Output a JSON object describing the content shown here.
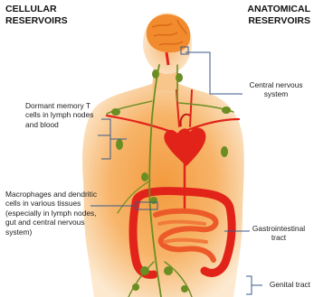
{
  "headers": {
    "left_line1": "CELLULAR",
    "left_line2": "RESERVOIRS",
    "right_line1": "ANATOMICAL",
    "right_line2": "RESERVOIRS"
  },
  "labels": {
    "memory_cells": "Dormant memory T cells in lymph nodes and blood",
    "macrophages": "Macrophages and dendritic cells in various tissues (especially in lymph nodes, gut and central nervous system)",
    "cns": "Central nervous system",
    "gi": "Gastrointestinal tract",
    "genital": "Genital tract"
  },
  "colors": {
    "body_outer": "#fbe7c8",
    "body_inner": "#f6a34c",
    "organ_red": "#e2231a",
    "lymph_green": "#6a8e22",
    "brain_orange": "#f28a2e",
    "line_blue": "#3a5a8a"
  }
}
